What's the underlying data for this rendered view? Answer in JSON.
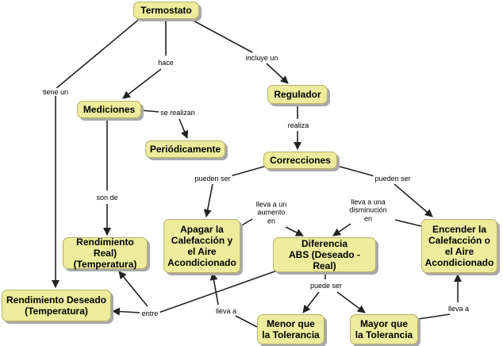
{
  "nodes": {
    "termostato": "Termostato",
    "mediciones": "Mediciones",
    "regulador": "Regulador",
    "periodicamente": "Periódicamente",
    "correcciones": "Correcciones",
    "apagar": "Apagar la\nCalefacción y\nel Aire\nAcondicionado",
    "diferencia": "Diferencia\nABS (Deseado - Real)",
    "encender": "Encender la\nCalefacción o\nel Aire\nAcondicionado",
    "rendimiento_real": "Rendimiento Real)\n(Temperatura)",
    "rendimiento_deseado": "Rendimiento Deseado\n(Temperatura)",
    "menor": "Menor que\nla Tolerancia",
    "mayor": "Mayor que\nla Tolerancia"
  },
  "links": {
    "tiene_un": "tiene un",
    "hace": "hace",
    "incluye_un": "incluye un",
    "se_realizan": "se realizan",
    "realiza": "realiza",
    "pueden_ser_left": "pueden ser",
    "pueden_ser_right": "pueden ser",
    "son_de": "son de",
    "lleva_aumento": "lleva a un\naumento\nen",
    "lleva_disminucion": "lleva a una\ndisminución\nen",
    "puede_ser": "puede ser",
    "entre": "entre",
    "lleva_a_left": "lleva a",
    "lleva_a_right": "lleva a"
  }
}
